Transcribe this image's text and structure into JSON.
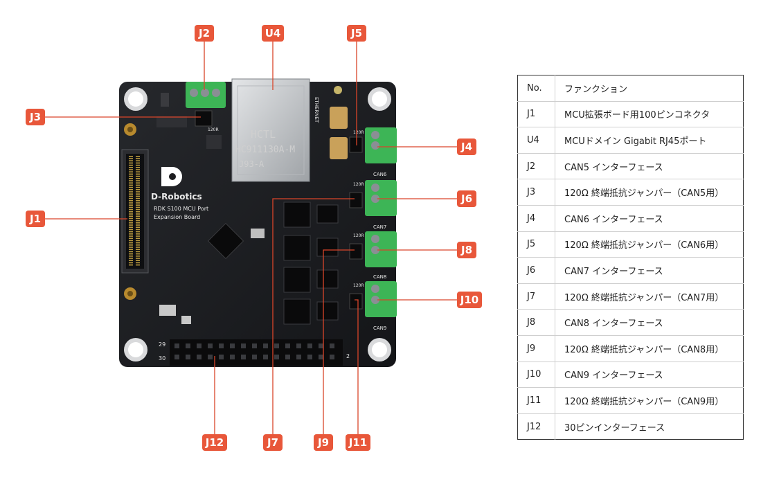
{
  "board": {
    "brand": "D-Robotics",
    "model_line1": "RDK S100 MCU Port",
    "model_line2": "Expansion Board",
    "rj45_line1": "HCTL",
    "rj45_line2": "HC911130A-M",
    "rj45_line3": "J93-A",
    "ethernet_text": "ETHERNET",
    "header_pin_top": "29",
    "header_pin_bottom": "30",
    "header_pin_right": "2",
    "res_label": "120R",
    "can6": "CAN6",
    "can7": "CAN7",
    "can8": "CAN8",
    "can9": "CAN9",
    "j3_silk": "120R"
  },
  "callouts": [
    {
      "id": "J2"
    },
    {
      "id": "U4"
    },
    {
      "id": "J5"
    },
    {
      "id": "J3"
    },
    {
      "id": "J4"
    },
    {
      "id": "J6"
    },
    {
      "id": "J1"
    },
    {
      "id": "J8"
    },
    {
      "id": "J10"
    },
    {
      "id": "J12"
    },
    {
      "id": "J7"
    },
    {
      "id": "J9"
    },
    {
      "id": "J11"
    }
  ],
  "table": {
    "header": {
      "no": "No.",
      "function": "ファンクション"
    },
    "rows": [
      {
        "no": "J1",
        "function": "MCU拡張ボード用100ピンコネクタ"
      },
      {
        "no": "U4",
        "function": "MCUドメイン Gigabit RJ45ポート"
      },
      {
        "no": "J2",
        "function": "CAN5 インターフェース"
      },
      {
        "no": "J3",
        "function": "120Ω 終端抵抗ジャンパー（CAN5用）"
      },
      {
        "no": "J4",
        "function": "CAN6 インターフェース"
      },
      {
        "no": "J5",
        "function": "120Ω 終端抵抗ジャンパー（CAN6用）"
      },
      {
        "no": "J6",
        "function": "CAN7 インターフェース"
      },
      {
        "no": "J7",
        "function": "120Ω 終端抵抗ジャンパー（CAN7用）"
      },
      {
        "no": "J8",
        "function": "CAN8 インターフェース"
      },
      {
        "no": "J9",
        "function": "120Ω 終端抵抗ジャンパー（CAN8用）"
      },
      {
        "no": "J10",
        "function": "CAN9 インターフェース"
      },
      {
        "no": "J11",
        "function": "120Ω 終端抵抗ジャンパー（CAN9用）"
      },
      {
        "no": "J12",
        "function": "30ピンインターフェース"
      }
    ]
  },
  "colors": {
    "callout": "#e8573a",
    "pcb": "#1c1d20",
    "terminal": "#3db556"
  }
}
